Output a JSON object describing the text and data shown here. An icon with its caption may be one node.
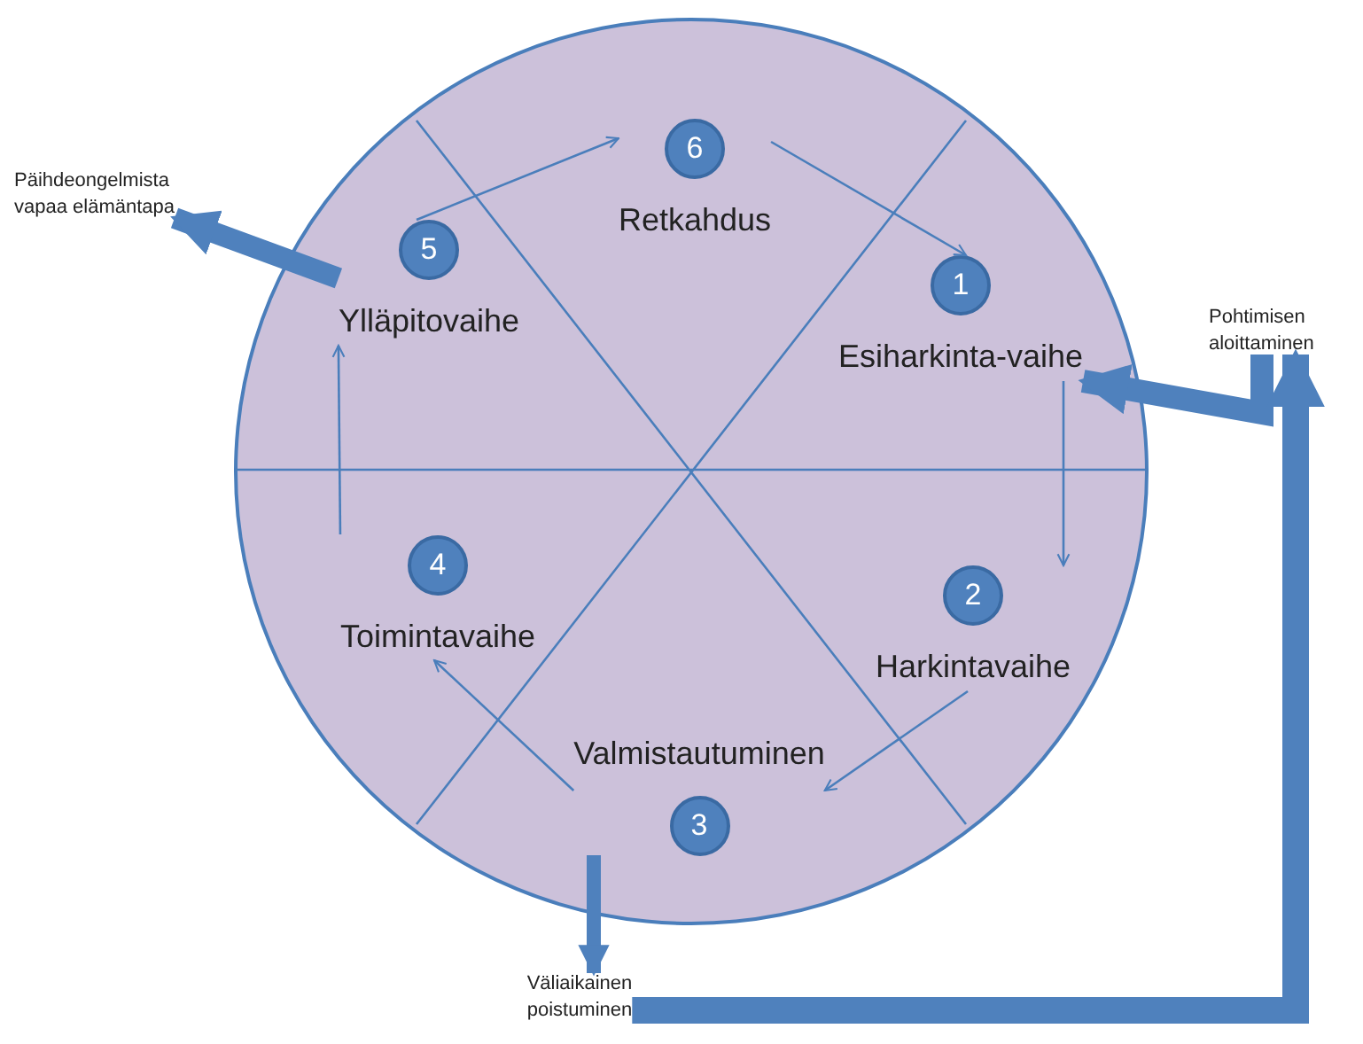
{
  "diagram": {
    "nodes": [
      {
        "text": [],
        "shape": "circle"
      },
      {
        "text": [
          "1",
          "Esiharkinta-vaihe"
        ],
        "in": 0
      },
      {
        "text": [
          "2",
          "Harkintavaihe"
        ],
        "in": 0
      },
      {
        "text": [
          "Valmistautuminen",
          "3"
        ],
        "in": 0
      },
      {
        "text": [
          "4",
          "Toimintavaihe"
        ],
        "in": 0
      },
      {
        "text": [
          "5",
          "Ylläpitovaihe"
        ],
        "in": 0
      },
      {
        "text": [
          "6",
          "Retkahdus"
        ],
        "in": 0
      },
      {
        "text": [
          "Pohtimisen aloittaminen"
        ]
      },
      {
        "text": [
          "Väliaikainen poistuminen"
        ]
      },
      {
        "text": [
          "Päihdeongelmista vapaa elämäntapa"
        ]
      }
    ],
    "edges": [
      {
        "from": 1,
        "to": 2,
        "arrow": "to"
      },
      {
        "from": 2,
        "to": 3,
        "arrow": "to"
      },
      {
        "from": 3,
        "to": 4,
        "arrow": "to"
      },
      {
        "from": 4,
        "to": 5,
        "arrow": "to"
      },
      {
        "from": 5,
        "to": 6,
        "arrow": "to"
      },
      {
        "from": 6,
        "to": 1,
        "arrow": "to"
      },
      {
        "from": 7,
        "to": 1,
        "arrow": "to",
        "style": "thick"
      },
      {
        "from": 5,
        "to": 9,
        "arrow": "to",
        "style": "thick"
      },
      {
        "from": 3,
        "to": 8,
        "arrow": "to",
        "style": "thick"
      },
      {
        "from": 8,
        "to": 7,
        "arrow": "to",
        "style": "thick"
      }
    ]
  }
}
